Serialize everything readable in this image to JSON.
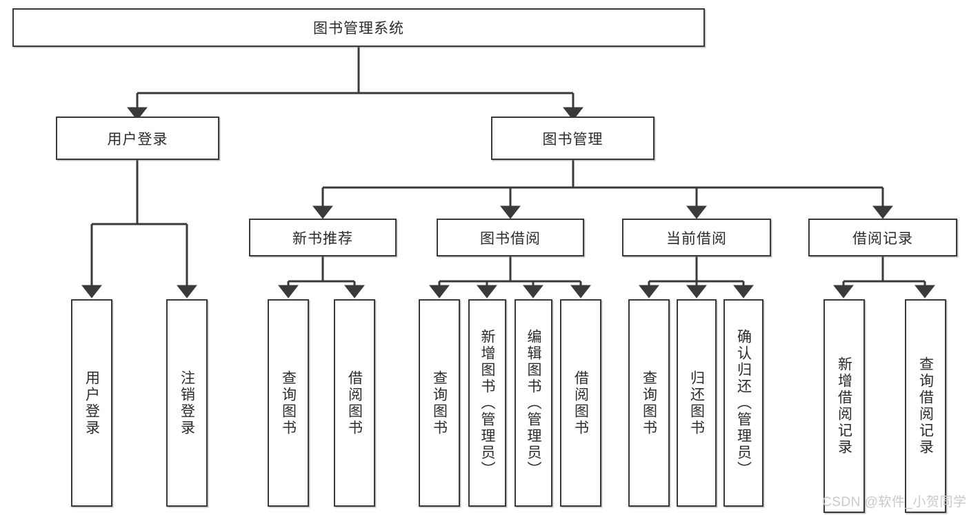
{
  "diagram": {
    "type": "hierarchy-tree",
    "title": "图书管理系统",
    "root": {
      "id": "root",
      "label": "图书管理系统",
      "orientation": "horizontal"
    },
    "level2": [
      {
        "id": "user-login",
        "label": "用户登录",
        "orientation": "horizontal"
      },
      {
        "id": "book-manage",
        "label": "图书管理",
        "orientation": "horizontal"
      }
    ],
    "level3": [
      {
        "id": "new-book-rec",
        "label": "新书推荐",
        "orientation": "horizontal",
        "parent": "book-manage"
      },
      {
        "id": "book-borrow",
        "label": "图书借阅",
        "orientation": "horizontal",
        "parent": "book-manage"
      },
      {
        "id": "current-borrow",
        "label": "当前借阅",
        "orientation": "horizontal",
        "parent": "book-manage"
      },
      {
        "id": "borrow-record",
        "label": "借阅记录",
        "orientation": "horizontal",
        "parent": "book-manage"
      }
    ],
    "leaves": [
      {
        "id": "leaf-user-login",
        "label": "用户登录",
        "orientation": "vertical",
        "parent": "user-login"
      },
      {
        "id": "leaf-user-logout",
        "label": "注销登录",
        "orientation": "vertical",
        "parent": "user-login"
      },
      {
        "id": "leaf-query-book-1",
        "label": "查询图书",
        "orientation": "vertical",
        "parent": "new-book-rec"
      },
      {
        "id": "leaf-borrow-book-1",
        "label": "借阅图书",
        "orientation": "vertical",
        "parent": "new-book-rec"
      },
      {
        "id": "leaf-query-book-2",
        "label": "查询图书",
        "orientation": "vertical",
        "parent": "book-borrow"
      },
      {
        "id": "leaf-add-book",
        "label": "新增图书（管理员）",
        "orientation": "vertical",
        "parent": "book-borrow"
      },
      {
        "id": "leaf-edit-book",
        "label": "编辑图书（管理员）",
        "orientation": "vertical",
        "parent": "book-borrow"
      },
      {
        "id": "leaf-borrow-book-2",
        "label": "借阅图书",
        "orientation": "vertical",
        "parent": "book-borrow"
      },
      {
        "id": "leaf-query-book-3",
        "label": "查询图书",
        "orientation": "vertical",
        "parent": "current-borrow"
      },
      {
        "id": "leaf-return-book",
        "label": "归还图书",
        "orientation": "vertical",
        "parent": "current-borrow"
      },
      {
        "id": "leaf-confirm-return",
        "label": "确认归还（管理员）",
        "orientation": "vertical",
        "parent": "current-borrow"
      },
      {
        "id": "leaf-add-record",
        "label": "新增借阅记录",
        "orientation": "vertical",
        "parent": "borrow-record"
      },
      {
        "id": "leaf-query-record",
        "label": "查询借阅记录",
        "orientation": "vertical",
        "parent": "borrow-record"
      }
    ],
    "watermark": "CSDN @软件_小贺同学",
    "colors": {
      "stroke": "#3a3a3a",
      "fill": "#ffffff",
      "text": "#2b2b2b",
      "watermark": "#c9c9c9"
    }
  }
}
